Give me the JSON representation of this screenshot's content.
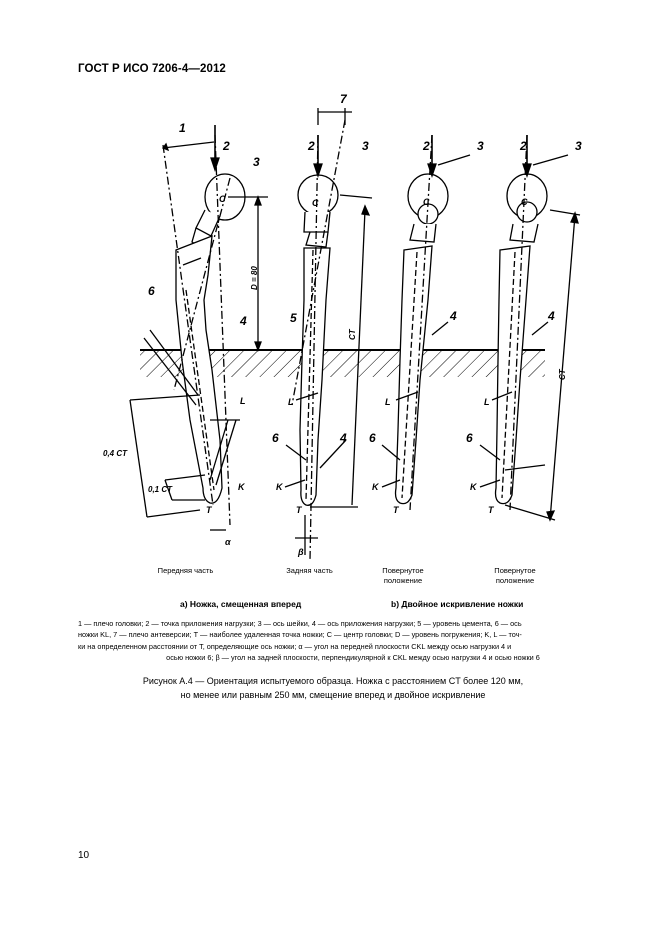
{
  "header": "ГОСТ Р ИСО 7206-4—2012",
  "figure": {
    "labels": {
      "n1": "1",
      "n2": "2",
      "n3": "3",
      "n4": "4",
      "n5": "5",
      "n6": "6",
      "n7": "7",
      "C": "C",
      "L": "L",
      "K": "K",
      "T": "T",
      "D80": "D = 80",
      "CT": "CT",
      "CT4": "0,4 CT",
      "CT1": "0,1 CT",
      "alpha": "α",
      "beta": "β"
    },
    "view_labels": [
      "Передняя часть",
      "Задняя часть",
      "Повернутое положение",
      "Повернутое положение"
    ],
    "subcaption_a": "а) Ножка, смещенная вперед",
    "subcaption_b": "b) Двойное искривление ножки"
  },
  "legend": {
    "line1": "1 — плечо головки; 2 — точка приложения нагрузки; 3 — ось шейки, 4 — ось приложения нагрузки; 5 — уровень цемента, 6 — ось",
    "line2": "ножки KL, 7 — плечо антеверсии; T — наиболее удаленная точка ножки; C — центр головки; D — уровень погружения; K, L — точ-",
    "line3": "ки на определенном расстоянии от T, определяющие ось ножки; α — угол на передней плоскости CKL между осью нагрузки 4 и",
    "line4": "осью ножки 6; β — угол на задней плоскости, перпендикулярной к CKL между осью нагрузки 4 и осью ножки 6"
  },
  "caption": {
    "line1": "Рисунок  А.4 — Ориентация испытуемого образца. Ножка с расстоянием CT более 120 мм,",
    "line2": "но менее или равным 250 мм, смещение вперед и двойное искривление"
  },
  "page_number": "10"
}
